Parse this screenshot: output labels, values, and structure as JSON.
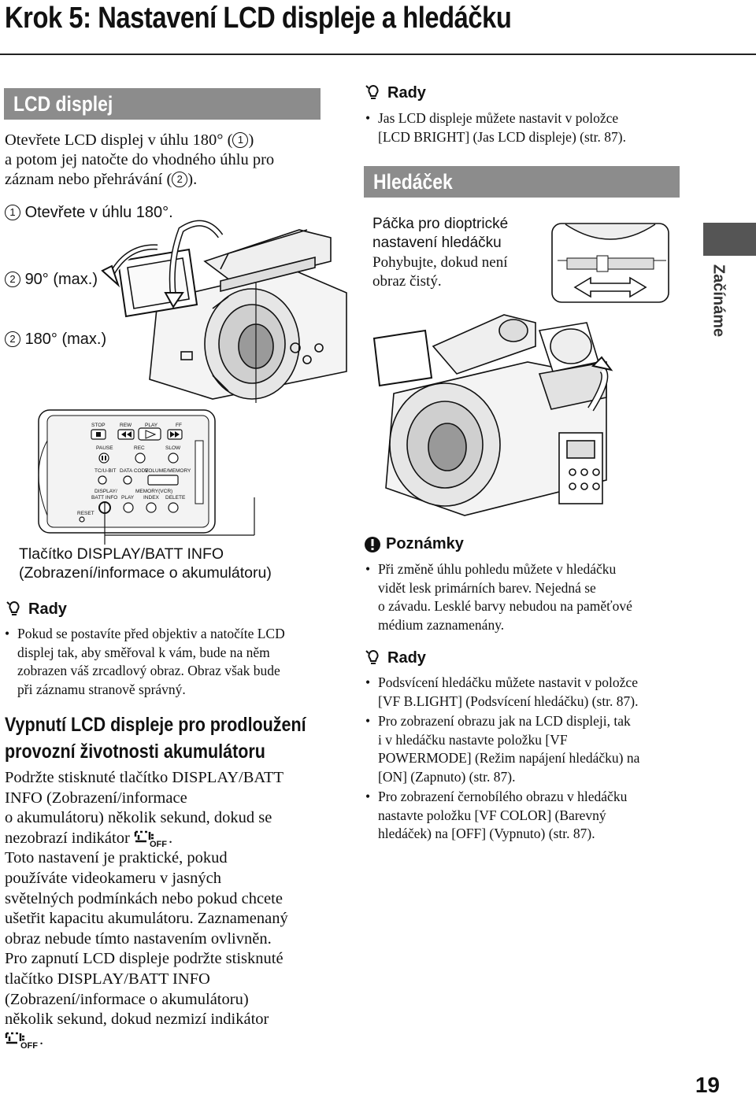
{
  "page": {
    "title": "Krok 5: Nastavení LCD displeje a hledáčku",
    "page_number": "19",
    "side_tab": "Začínáme"
  },
  "lcd": {
    "bar": "LCD displej",
    "intro_l1_pre": "Otevřete LCD displej v úhlu 180° (",
    "intro_l1_num": "1",
    "intro_l1_post": ")",
    "intro_l2": "a potom jej natočte do vhodného úhlu pro",
    "intro_l3_pre": "záznam nebo přehrávání (",
    "intro_l3_num": "2",
    "intro_l3_post": ").",
    "callout_1_num": "1",
    "callout_1": "Otevřete v úhlu 180°.",
    "callout_2a_num": "2",
    "callout_2a": "90° (max.)",
    "callout_2b_num": "2",
    "callout_2b": "180° (max.)"
  },
  "tips_top": {
    "head": "Rady",
    "item_l1": "Jas LCD displeje můžete nastavit v položce",
    "item_l2": "[LCD BRIGHT] (Jas LCD displeje) (str. 87)."
  },
  "hledacek": {
    "bar": "Hledáček",
    "lever_l1": "Páčka pro dioptrické",
    "lever_l2": "nastavení hledáčku",
    "move_l1": "Pohybujte, dokud není",
    "move_l2": "obraz čistý."
  },
  "panel": {
    "labels": {
      "stop": "STOP",
      "rew": "REW",
      "play": "PLAY",
      "ff": "FF",
      "pause": "PAUSE",
      "rec": "REC",
      "slow": "SLOW",
      "tc": "TC/U-BIT",
      "data_code": "DATA CODE",
      "volume": "VOLUME/MEMORY",
      "display": "DISPLAY/",
      "batt_info": "BATT INFO",
      "memory": "MEMORY(VCR)",
      "mem_play": "PLAY",
      "index": "INDEX",
      "delete": "DELETE",
      "reset": "RESET"
    }
  },
  "display_button": {
    "l1": "Tlačítko DISPLAY/BATT INFO",
    "l2": "(Zobrazení/informace o akumulátoru)"
  },
  "tips_left": {
    "head": "Rady",
    "l1": "Pokud se postavíte před objektiv a natočíte LCD",
    "l2": "displej tak, aby směřoval k vám, bude na něm",
    "l3": "zobrazen váš zrcadlový obraz. Obraz však bude",
    "l4": "při záznamu stranově správný."
  },
  "vypnuti": {
    "head_l1": "Vypnutí LCD displeje pro prodloužení",
    "head_l2": "provozní životnosti akumulátoru",
    "lines": [
      "Podržte stisknuté tlačítko DISPLAY/BATT",
      "INFO (Zobrazení/informace",
      "o akumulátoru) několik sekund, dokud se",
      "nezobrazí indikátor",
      "Toto nastavení je praktické, pokud",
      "používáte videokameru v jasných",
      "světelných podmínkách nebo pokud chcete",
      "ušetřit kapacitu akumulátoru. Zaznamenaný",
      "obraz nebude tímto nastavením ovlivněn.",
      "Pro zapnutí LCD displeje podržte stisknuté",
      "tlačítko DISPLAY/BATT INFO",
      "(Zobrazení/informace o akumulátoru)",
      "několik sekund, dokud nezmizí indikátor"
    ],
    "icon_suffix": "OFF"
  },
  "notes": {
    "head": "Poznámky",
    "l1": "Při změně úhlu pohledu můžete v hledáčku",
    "l2": "vidět lesk primárních barev. Nejedná se",
    "l3": "o závadu. Lesklé barvy nebudou na paměťové",
    "l4": "médium zaznamenány."
  },
  "tips_right": {
    "head": "Rady",
    "items": [
      [
        "Podsvícení hledáčku můžete nastavit v položce",
        "[VF B.LIGHT] (Podsvícení hledáčku) (str. 87)."
      ],
      [
        "Pro zobrazení obrazu jak na LCD displeji, tak",
        "i v hledáčku nastavte položku [VF",
        "POWERMODE] (Režim napájení hledáčku) na",
        "[ON] (Zapnuto) (str. 87)."
      ],
      [
        "Pro zobrazení černobílého obrazu v hledáčku",
        "nastavte položku [VF COLOR] (Barevný",
        "hledáček) na [OFF] (Vypnuto) (str. 87)."
      ]
    ]
  }
}
